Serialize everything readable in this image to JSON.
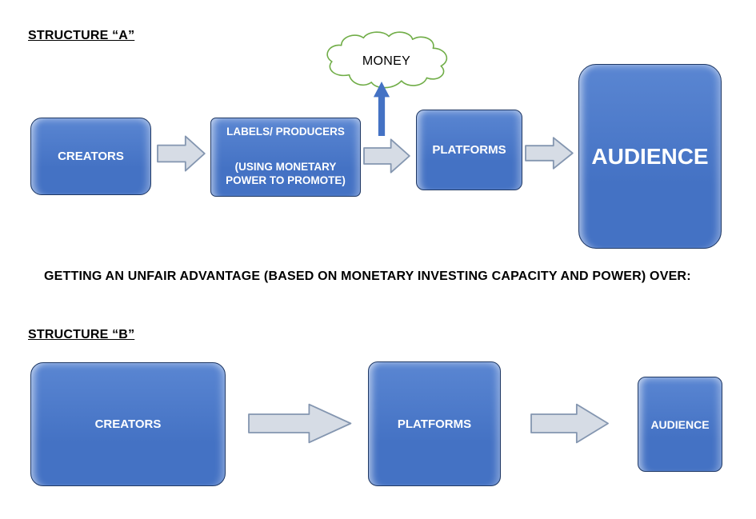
{
  "structure_a": {
    "heading": "STRUCTURE “A”",
    "creators": "CREATORS",
    "labels_producers": {
      "line1": "LABELS/ PRODUCERS",
      "line2": "(USING MONETARY POWER TO PROMOTE)"
    },
    "money_cloud": "MONEY",
    "platforms": "PLATFORMS",
    "audience": "AUDIENCE"
  },
  "divider_text": "GETTING AN UNFAIR ADVANTAGE (BASED ON MONETARY INVESTING CAPACITY AND POWER) OVER:",
  "structure_b": {
    "heading": "STRUCTURE “B”",
    "creators": "CREATORS",
    "platforms": "PLATFORMS",
    "audience": "AUDIENCE"
  },
  "colors": {
    "box_fill": "#4472c4",
    "box_fill_light": "#5a86d2",
    "box_border": "#1f3864",
    "arrow_fill": "#d6dce5",
    "arrow_border": "#8496b0",
    "cloud_stroke": "#70ad47",
    "up_arrow_fill": "#4472c4",
    "text_light": "#ffffff"
  }
}
